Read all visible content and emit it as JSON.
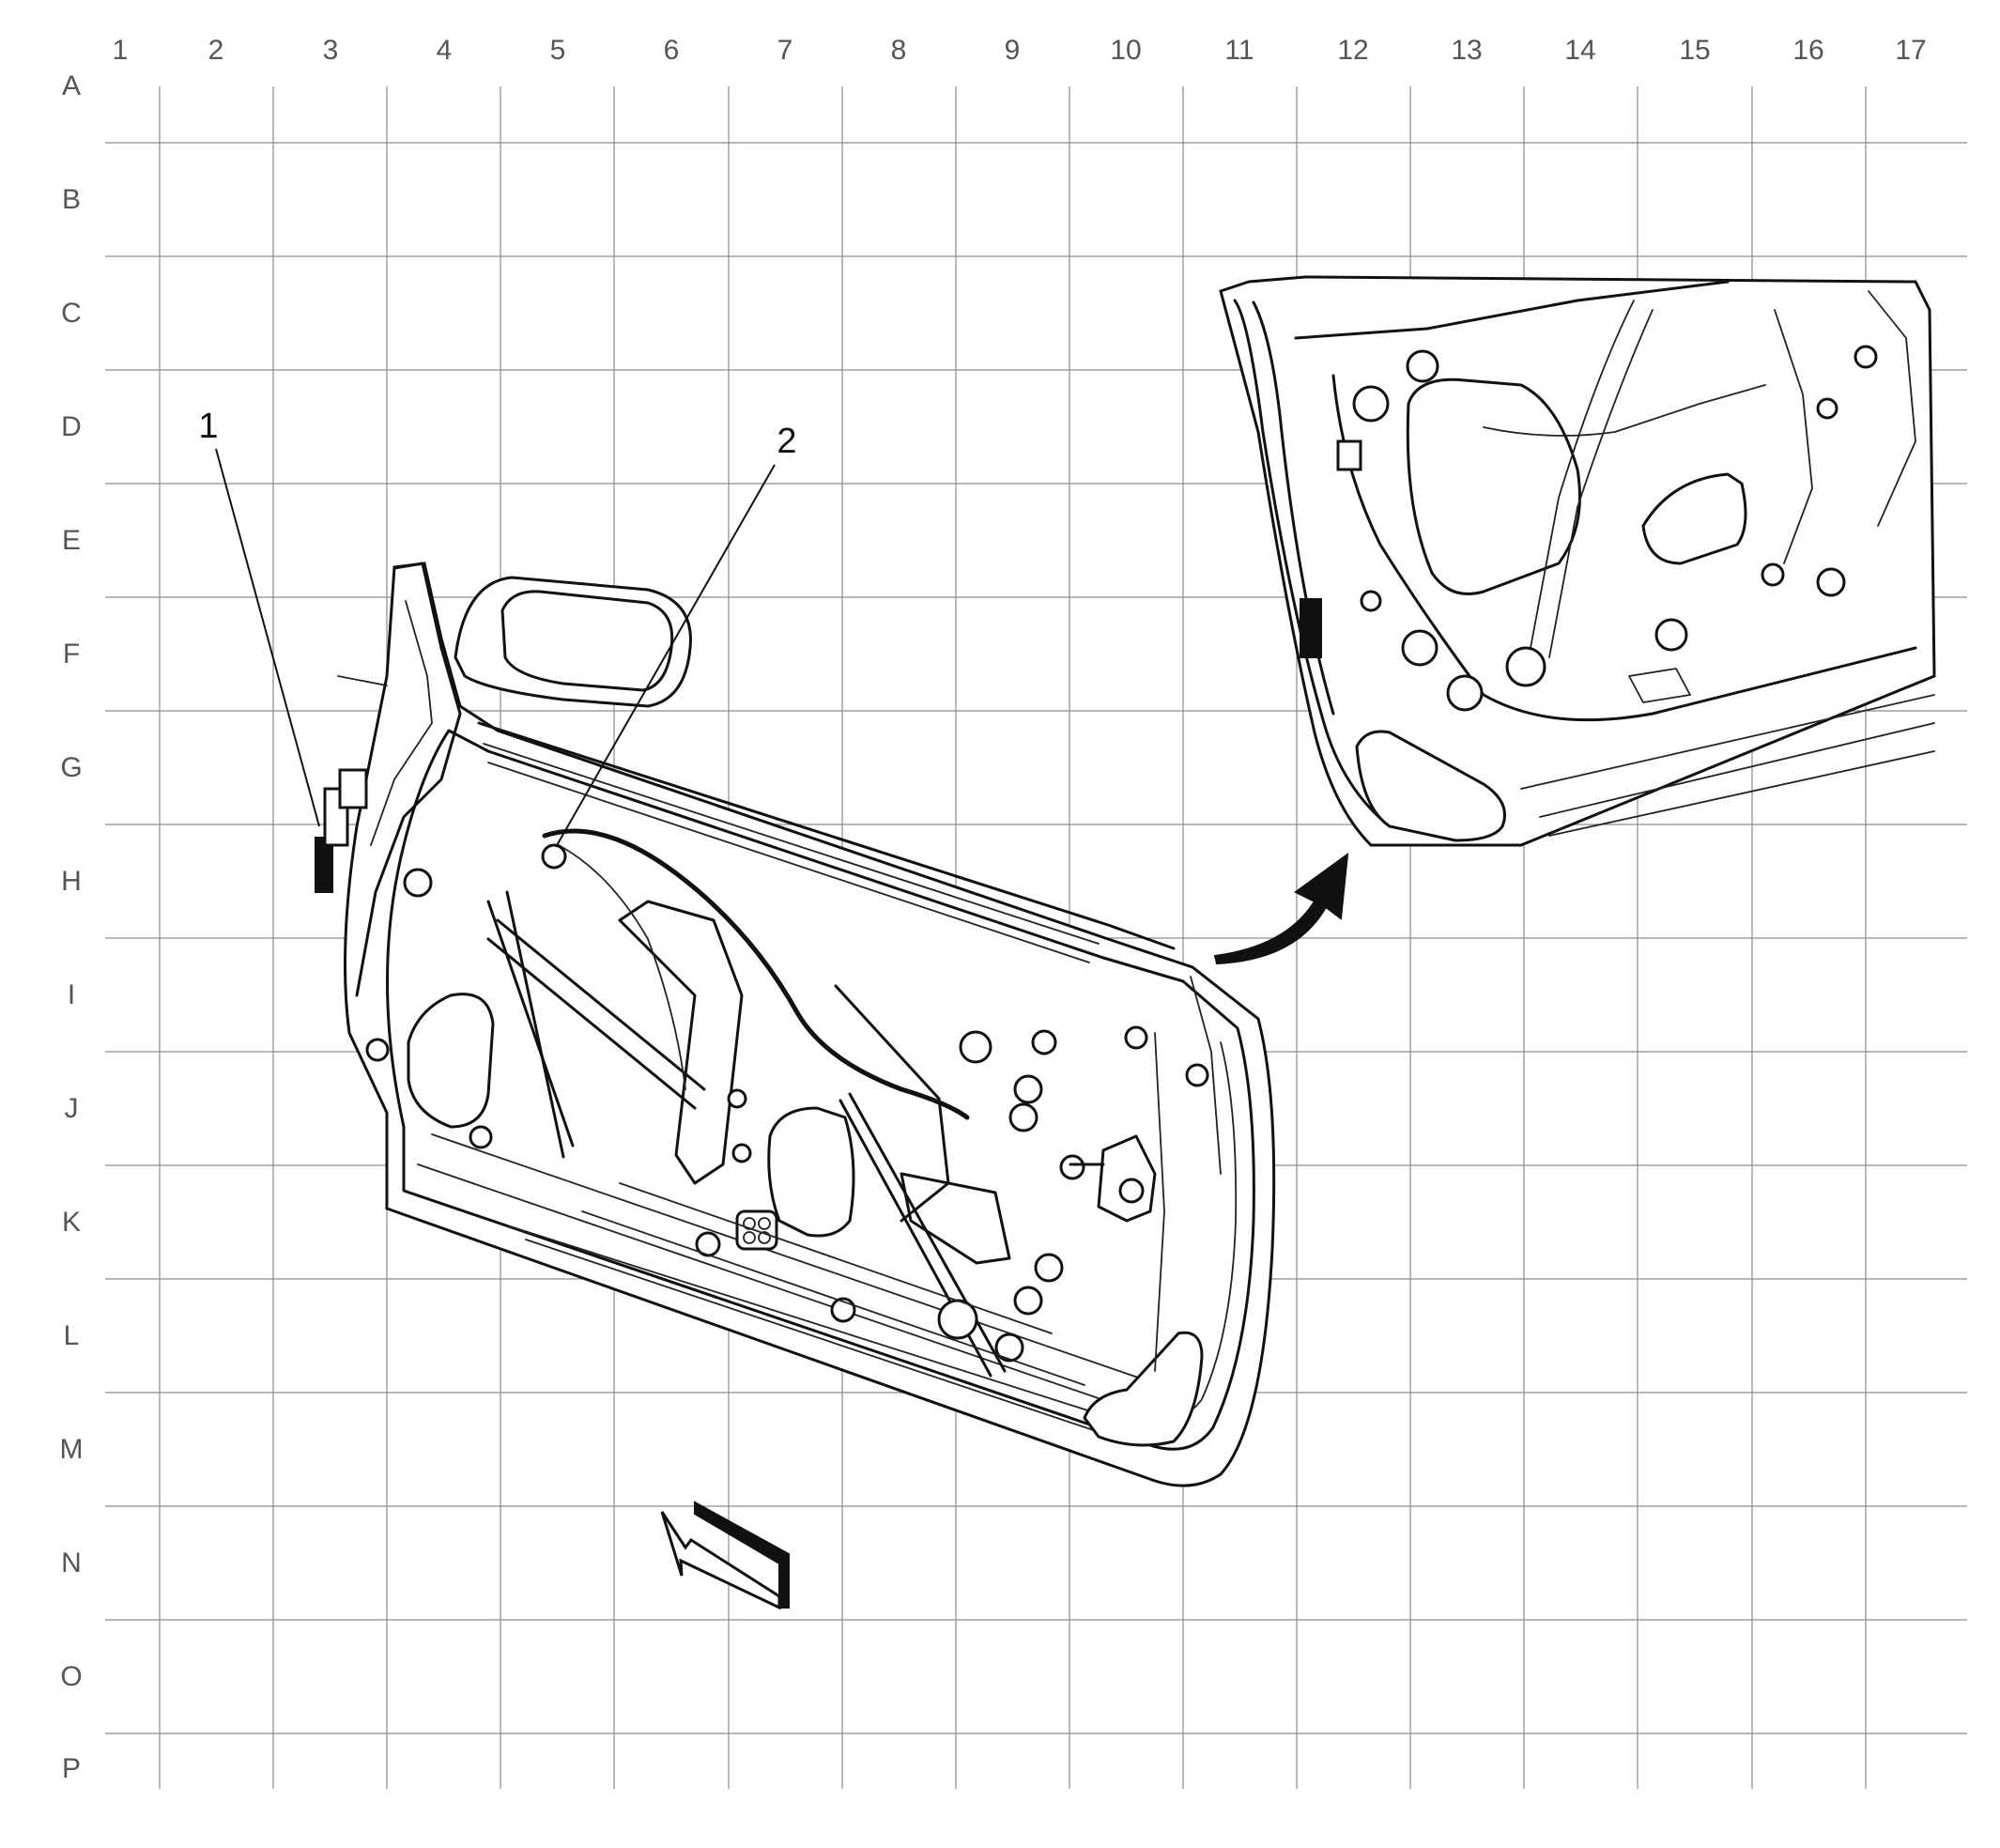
{
  "grid": {
    "columns": [
      "1",
      "2",
      "3",
      "4",
      "5",
      "6",
      "7",
      "8",
      "9",
      "10",
      "11",
      "12",
      "13",
      "14",
      "15",
      "16",
      "17"
    ],
    "rows": [
      "A",
      "B",
      "C",
      "D",
      "E",
      "F",
      "G",
      "H",
      "I",
      "J",
      "K",
      "L",
      "M",
      "N",
      "O",
      "P"
    ]
  },
  "callouts": [
    {
      "id": "1",
      "label": "1"
    },
    {
      "id": "2",
      "label": "2"
    }
  ],
  "colors": {
    "line": "#111111",
    "grid": "#8a8a8a",
    "labels": "#555555"
  }
}
